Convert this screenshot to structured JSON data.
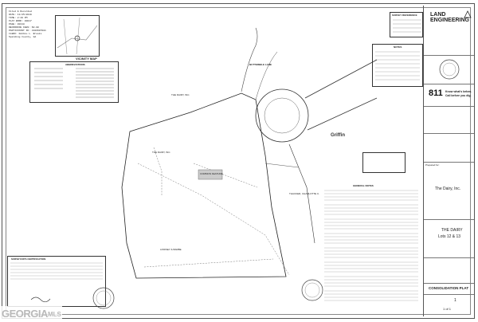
{
  "recording_block": {
    "lines": [
      "Filed & Recorded",
      "DATE: 11/25/2019",
      "TIME: 2:40 PM",
      "PLAT BOOK: 00017",
      "PAGE: 00118",
      "RECORDING FEES: $0.00",
      "PARTICIPANT ID: 4106607081",
      "CLERK: Debbie L. Brooks",
      "Spalding County, GA"
    ]
  },
  "vicinity_map": {
    "label": "VICINITY MAP"
  },
  "legend": {
    "title": "ABBREVIATIONS"
  },
  "firm": {
    "name_line1": "LAND",
    "name_line2": "ENGINEERING"
  },
  "survey_reference": {
    "title": "SURVEY REFERENCE"
  },
  "notes_small": {
    "title": "NOTES"
  },
  "call_811": {
    "number": "811",
    "line1": "Know what's below.",
    "line2": "Call before you dig."
  },
  "street": {
    "name": "BUTTERBILE LANE"
  },
  "lot_labels": [
    {
      "text": "THE DAIRY, INC."
    },
    {
      "text": "THE DAIRY, INC."
    },
    {
      "text": "COMMON FEATURE"
    },
    {
      "text": "THACKER, CHARLOTTE C."
    },
    {
      "text": "LINDSEY & BARBE"
    }
  ],
  "griffin": {
    "name": "Griffin"
  },
  "general_notes": {
    "title": "GENERAL NOTES"
  },
  "certification": {
    "title": "SURVEYOR'S CERTIFICATION"
  },
  "title_block": {
    "client_label": "Prepared for:",
    "client": "The Dairy, Inc.",
    "project_line1": "THE DAIRY",
    "project_line2": "Lots 12 & 13",
    "sheet_title": "CONSOLIDATION PLAT",
    "sheet_num": "1",
    "sheet_of": "1 of 1"
  },
  "watermark": {
    "text": "GEORGIA",
    "sub": "MLS"
  }
}
